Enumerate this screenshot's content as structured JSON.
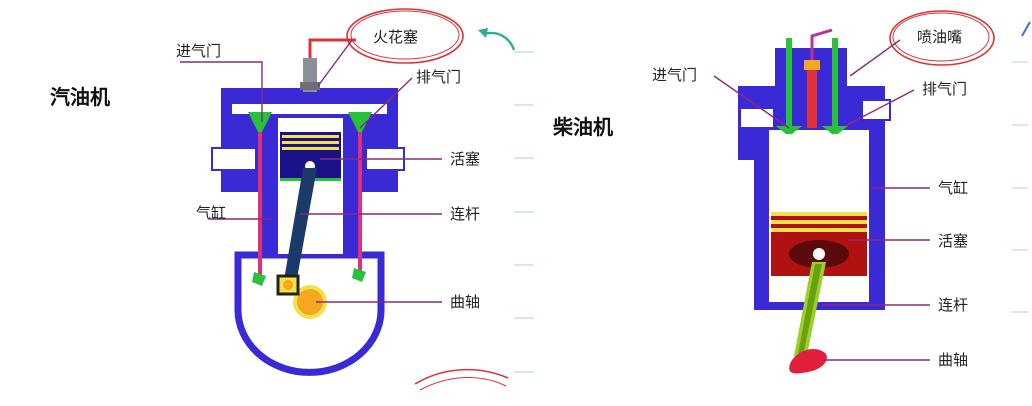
{
  "gasoline": {
    "title": "汽油机",
    "labels": {
      "intake_valve": "进气门",
      "spark_plug": "火花塞",
      "exhaust_valve": "排气门",
      "piston": "活塞",
      "cylinder": "气缸",
      "connecting_rod": "连杆",
      "crankshaft": "曲轴"
    }
  },
  "diesel": {
    "title": "柴油机",
    "labels": {
      "fuel_injector": "喷油嘴",
      "intake_valve": "进气门",
      "exhaust_valve": "排气门",
      "cylinder": "气缸",
      "piston": "活塞",
      "connecting_rod": "连杆",
      "crankshaft": "曲轴"
    }
  },
  "colors": {
    "block": "#3a2ad6",
    "block_dark": "#1b128a",
    "valve_red": "#e0307a",
    "valve_green": "#27c23a",
    "piston_ring": "#f2e24a",
    "leader": "#8a2a7a",
    "crank": "#f5a623",
    "ink_annotation": "#d9343a"
  }
}
